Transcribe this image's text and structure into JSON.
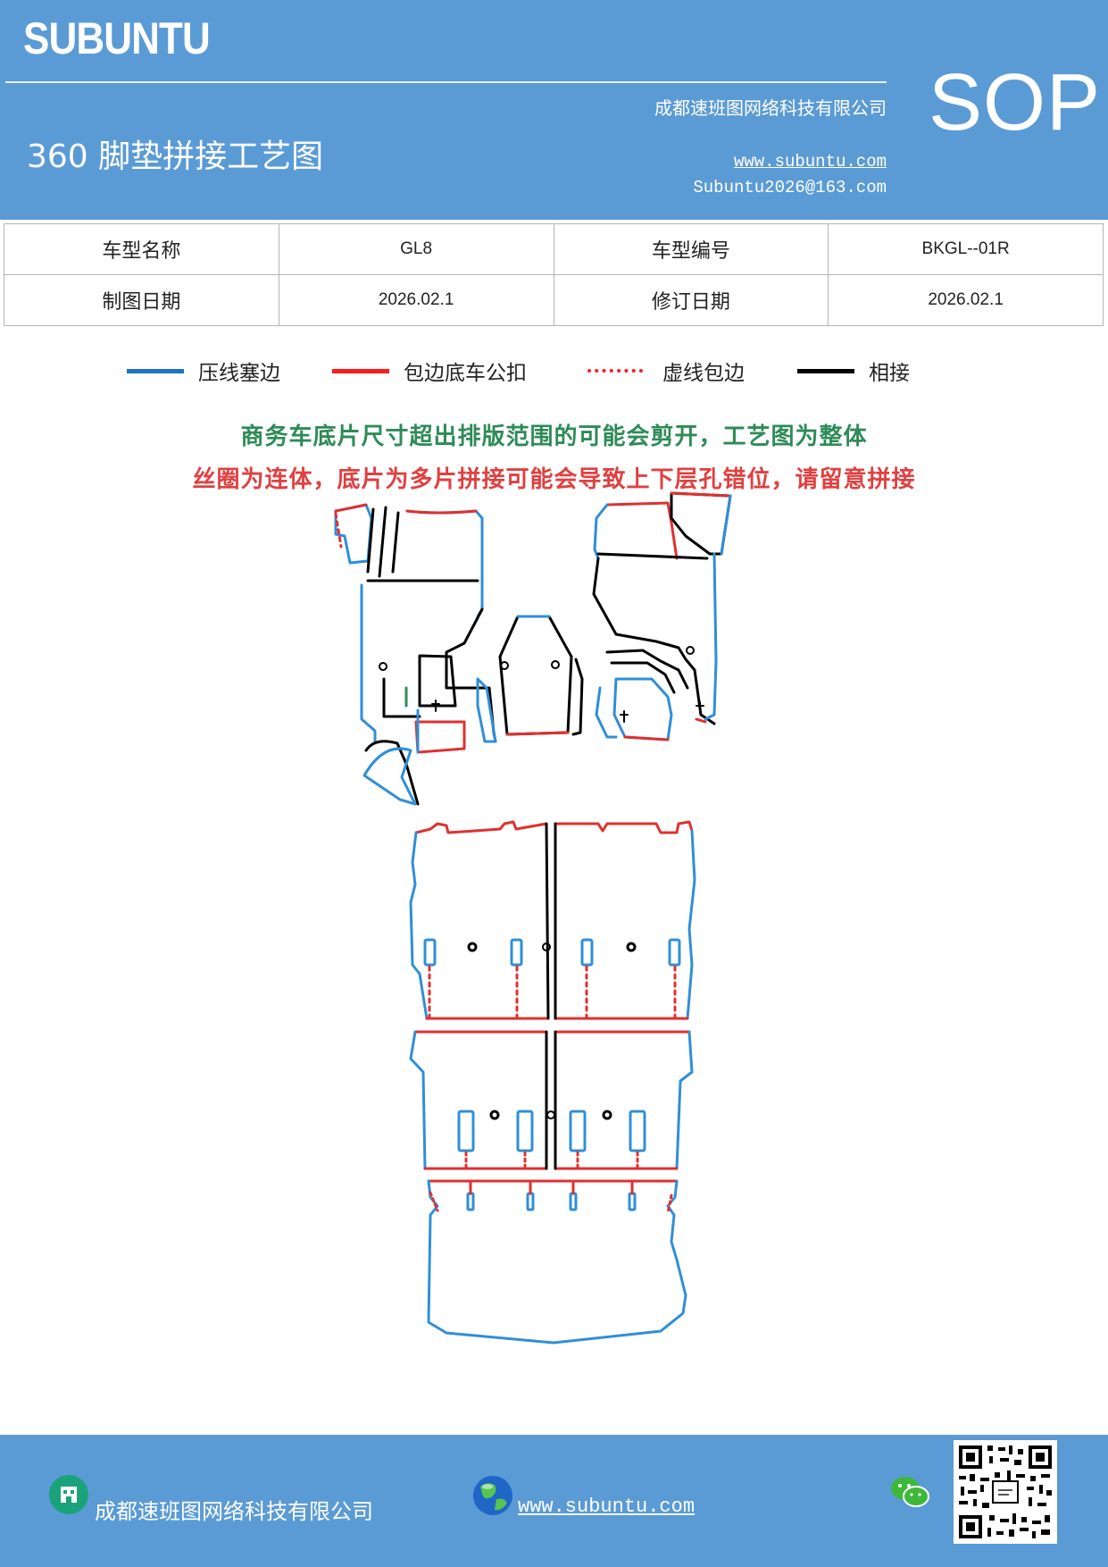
{
  "header": {
    "brand": "SUBUNTU",
    "company": "成都速班图网络科技有限公司",
    "title": "360 脚垫拼接工艺图",
    "website": "www.subuntu.com",
    "email": "Subuntu2026@163.com",
    "badge": "SOP"
  },
  "info_table": {
    "model_name_label": "车型名称",
    "model_name": "GL8",
    "model_code_label": "车型编号",
    "model_code": "BKGL--01R",
    "draw_date_label": "制图日期",
    "draw_date": "2026.02.1",
    "revise_date_label": "修订日期",
    "revise_date": "2026.02.1"
  },
  "legend": {
    "items": [
      {
        "label": "压线塞边",
        "color": "#1e73be",
        "style": "solid"
      },
      {
        "label": "包边底车公扣",
        "color": "#ff1a1a",
        "style": "solid"
      },
      {
        "label": "虚线包边",
        "color": "#ff1a1a",
        "style": "dotted"
      },
      {
        "label": "相接",
        "color": "#000000",
        "style": "solid"
      }
    ]
  },
  "notices": {
    "line1": "商务车底片尺寸超出排版范围的可能会剪开，工艺图为整体",
    "line2": "丝圈为连体，底片为多片拼接可能会导致上下层孔错位，请留意拼接"
  },
  "colors": {
    "header_bg": "#5b9bd5",
    "press_line": "#2f8fd8",
    "edge_red": "#e03030",
    "join_black": "#000000",
    "notice_green": "#2e8b57",
    "notice_red": "#e04040"
  },
  "footer": {
    "company": "成都速班图网络科技有限公司",
    "website": "www.subuntu.com",
    "icons": [
      "building-icon",
      "globe-icon",
      "wechat-icon",
      "qr-code"
    ]
  }
}
